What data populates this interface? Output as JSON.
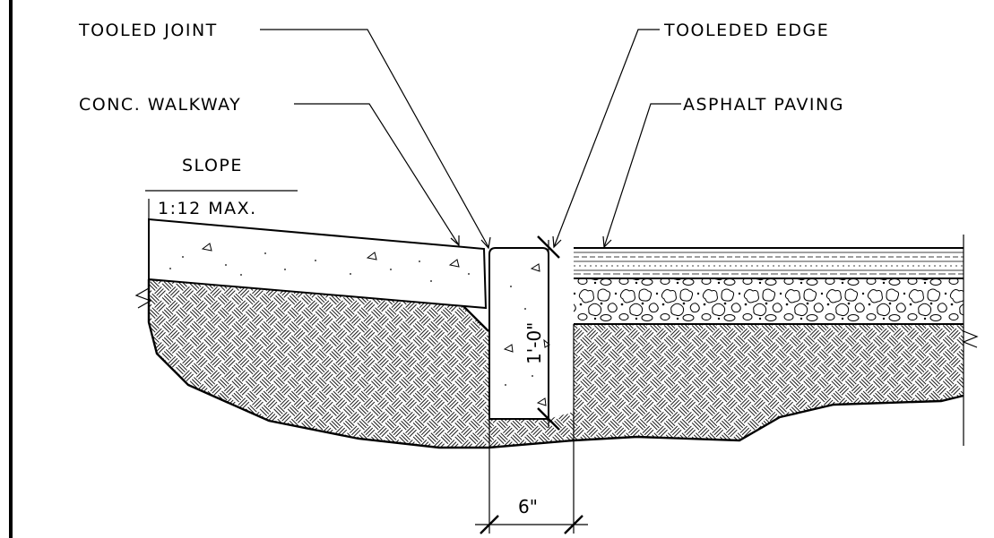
{
  "labels": {
    "tooled_joint": "TOOLED JOINT",
    "conc_walkway": "CONC. WALKWAY",
    "tooled_edge": "TOOLEDED EDGE",
    "asphalt_paving": "ASPHALT PAVING",
    "slope": "SLOPE",
    "slope_ratio": "1:12 MAX."
  },
  "dimensions": {
    "curb_height": "1'-0\"",
    "curb_width": "6\""
  }
}
